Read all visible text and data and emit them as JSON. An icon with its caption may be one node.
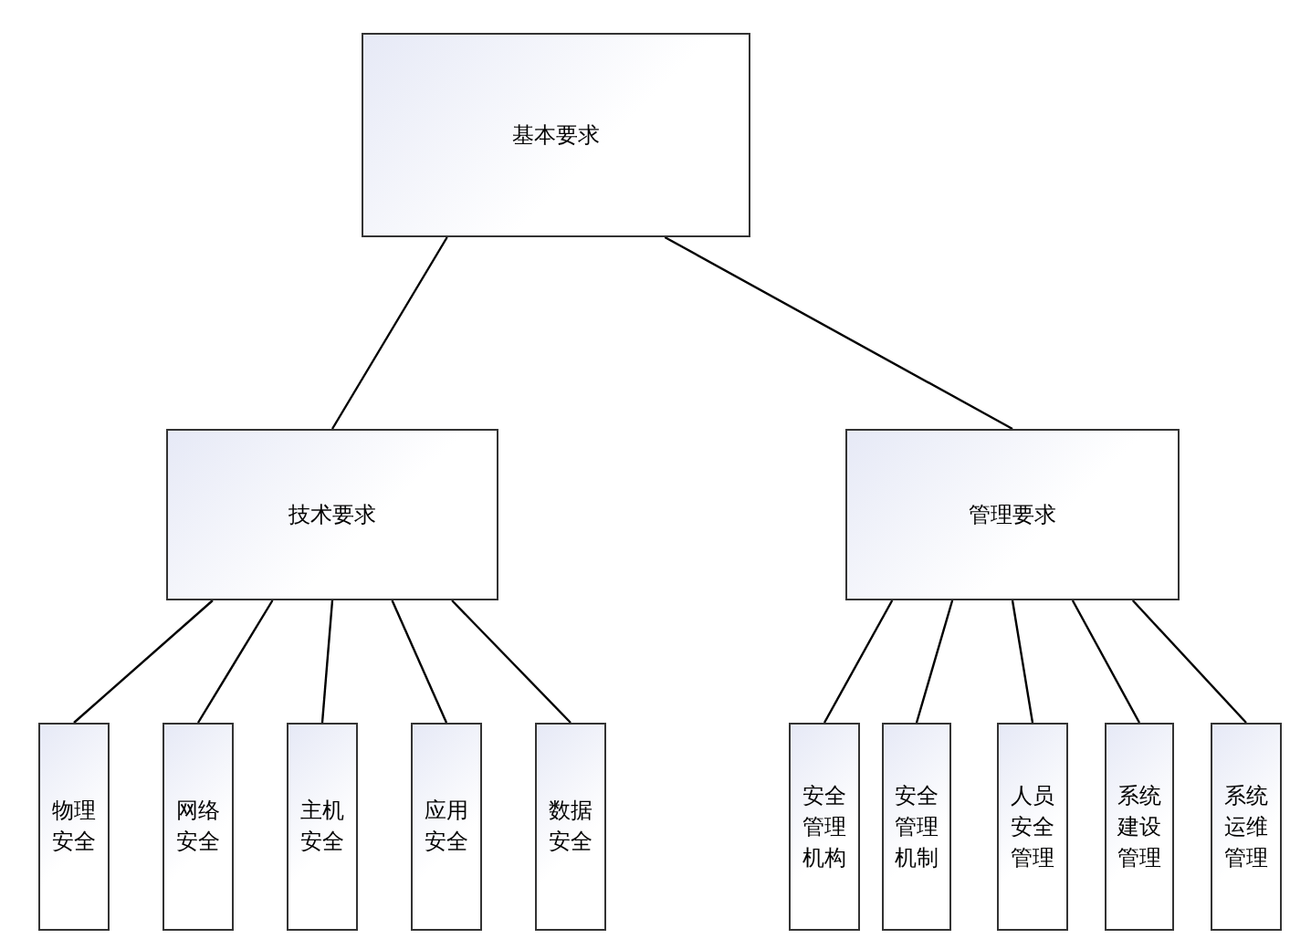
{
  "diagram": {
    "nodes": [
      {
        "text": [
          "基本要求"
        ]
      },
      {
        "text": [
          "技术要求"
        ]
      },
      {
        "text": [
          "管理要求"
        ]
      },
      {
        "text": [
          "物理安全"
        ]
      },
      {
        "text": [
          "网络安全"
        ]
      },
      {
        "text": [
          "主机安全"
        ]
      },
      {
        "text": [
          "应用安全"
        ]
      },
      {
        "text": [
          "数据安全"
        ]
      },
      {
        "text": [
          "安全管理机构"
        ]
      },
      {
        "text": [
          "安全管理机制"
        ]
      },
      {
        "text": [
          "人员安全管理"
        ]
      },
      {
        "text": [
          "系统建设管理"
        ]
      },
      {
        "text": [
          "系统运维管理"
        ]
      }
    ],
    "edges": [
      {
        "from": 0,
        "to": 1,
        "arrow": "none"
      },
      {
        "from": 0,
        "to": 2,
        "arrow": "none"
      },
      {
        "from": 1,
        "to": 3,
        "arrow": "none"
      },
      {
        "from": 1,
        "to": 4,
        "arrow": "none"
      },
      {
        "from": 1,
        "to": 5,
        "arrow": "none"
      },
      {
        "from": 1,
        "to": 6,
        "arrow": "none"
      },
      {
        "from": 1,
        "to": 7,
        "arrow": "none"
      },
      {
        "from": 2,
        "to": 8,
        "arrow": "none"
      },
      {
        "from": 2,
        "to": 9,
        "arrow": "none"
      },
      {
        "from": 2,
        "to": 10,
        "arrow": "none"
      },
      {
        "from": 2,
        "to": 11,
        "arrow": "none"
      },
      {
        "from": 2,
        "to": 12,
        "arrow": "none"
      }
    ]
  }
}
